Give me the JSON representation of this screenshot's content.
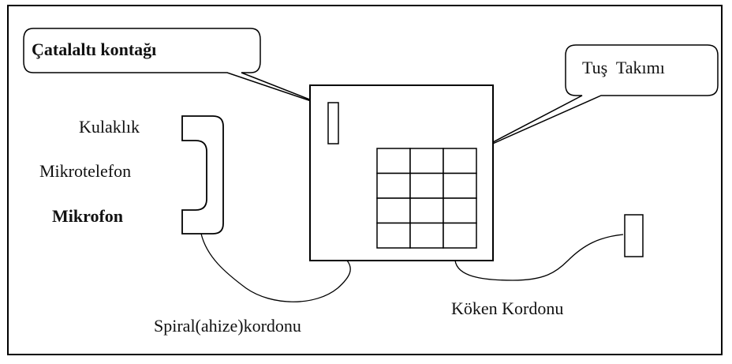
{
  "labels": {
    "catalalti": "Çatalaltı kontağı",
    "tus_takimi": "Tuş  Takımı",
    "kulaklik": "Kulaklık",
    "mikrotelefon": "Mikrotelefon",
    "mikrofon": "Mikrofon",
    "spiral": "Spiral(ahize)kordonu",
    "koken": "Köken Kordonu"
  },
  "keypad": {
    "rows": 4,
    "cols": 3
  }
}
